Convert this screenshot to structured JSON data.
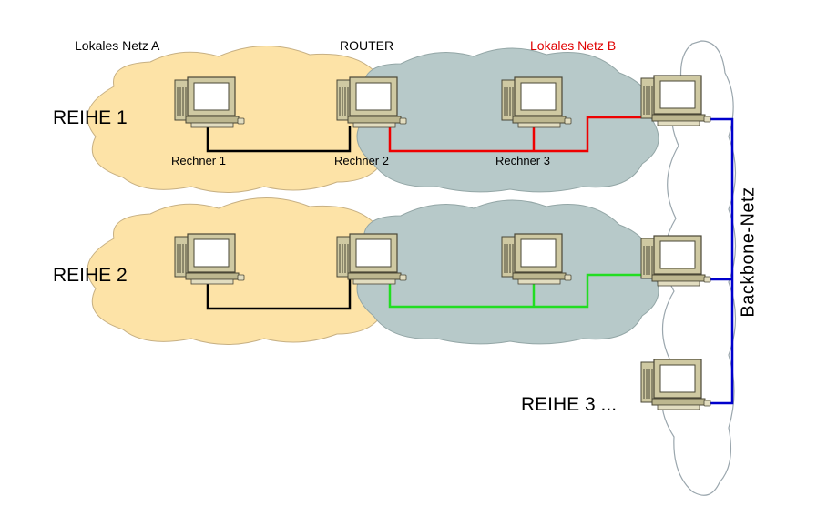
{
  "labels": {
    "net_a": "Lokales Netz A",
    "router": "ROUTER",
    "net_b": "Lokales Netz B",
    "row1": "REIHE 1",
    "row2": "REIHE 2",
    "row3": "REIHE 3 ...",
    "pc1": "Rechner 1",
    "pc2": "Rechner 2",
    "pc3": "Rechner 3",
    "backbone": "Backbone-Netz"
  },
  "colors": {
    "net_a_fill": "#fde3a7",
    "net_b_fill": "#b7c9c9",
    "backbone_fill": "#ffffff",
    "cloud_stroke": "#9aa6ad",
    "net_b_label": "#e00000",
    "link_row1_a": "#000000",
    "link_row1_b": "#ee0000",
    "link_row2_a": "#000000",
    "link_row2_b": "#22dd22",
    "backbone_link": "#0000cc"
  },
  "icons": [
    "desktop-computer-icon"
  ]
}
